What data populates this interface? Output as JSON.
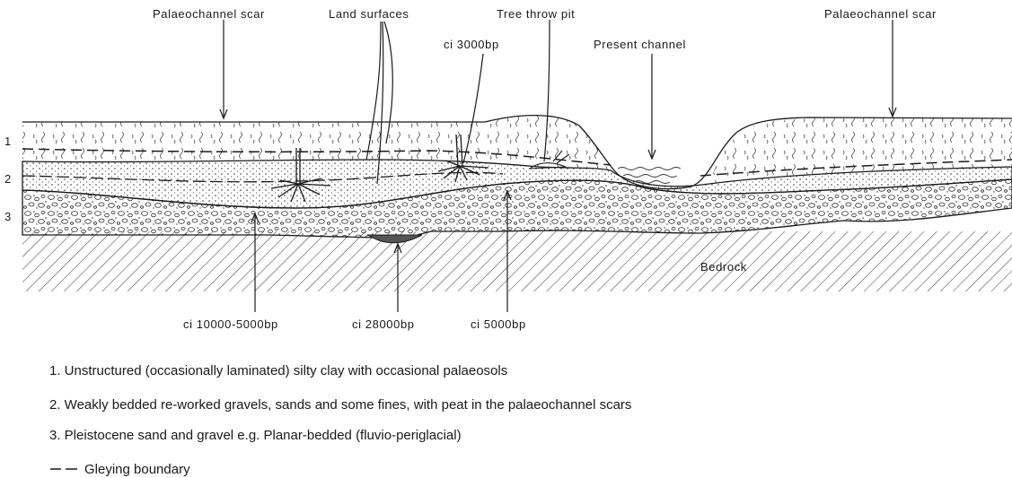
{
  "labels": {
    "palaeochannel_scar_left": "Palaeochannel scar",
    "land_surfaces": "Land surfaces",
    "tree_throw_pit": "Tree throw pit",
    "ci_3000": "ci 3000bp",
    "present_channel": "Present channel",
    "palaeochannel_scar_right": "Palaeochannel scar",
    "bedrock": "Bedrock",
    "ci_10000_5000": "ci 10000-5000bp",
    "ci_28000": "ci 28000bp",
    "ci_5000": "ci 5000bp"
  },
  "unit_numbers": [
    "1",
    "2",
    "3"
  ],
  "legend": {
    "items": [
      "1. Unstructured (occasionally laminated) silty clay with occasional palaeosols",
      "2. Weakly bedded re-worked gravels, sands and some fines, with peat in the palaeochannel scars",
      "3. Pleistocene sand and gravel e.g. Planar-bedded (fluvio-periglacial)"
    ],
    "gleying": "Gleying boundary"
  }
}
